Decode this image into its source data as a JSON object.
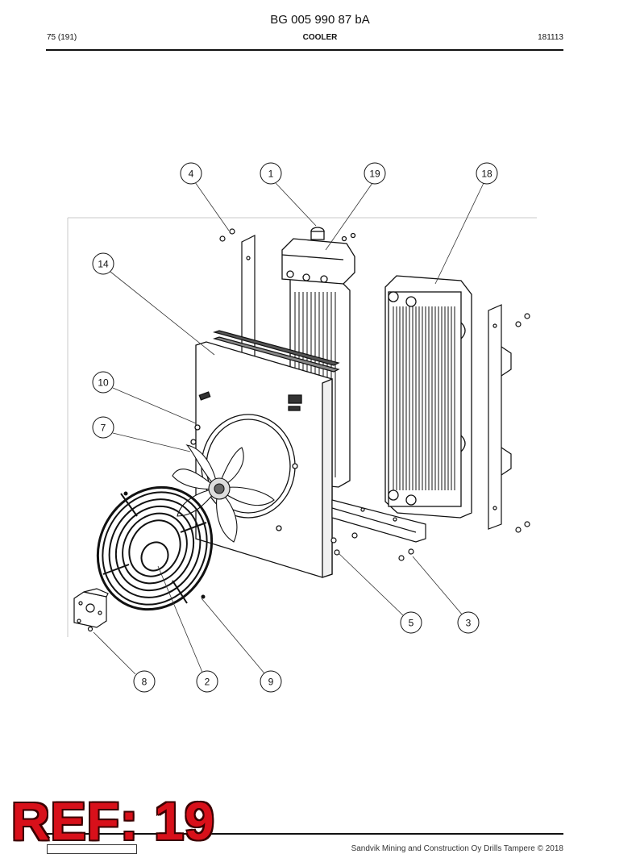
{
  "header": {
    "doc_number": "BG 005 990 87 bA",
    "page": "75 (191)",
    "section": "COOLER",
    "date_code": "181113"
  },
  "callouts": [
    {
      "label": "4"
    },
    {
      "label": "1"
    },
    {
      "label": "19"
    },
    {
      "label": "18"
    },
    {
      "label": "14"
    },
    {
      "label": "10"
    },
    {
      "label": "7"
    },
    {
      "label": "5"
    },
    {
      "label": "3"
    },
    {
      "label": "8"
    },
    {
      "label": "2"
    },
    {
      "label": "9"
    }
  ],
  "stamp": {
    "text": "REF: 19",
    "color": "#d8101a"
  },
  "footer": {
    "text": "Sandvik Mining and Construction Oy Drills Tampere © 2018"
  }
}
